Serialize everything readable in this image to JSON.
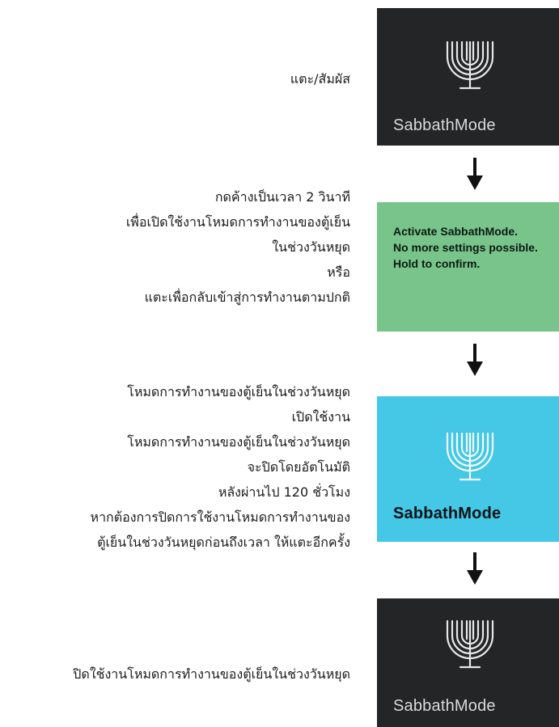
{
  "steps": [
    {
      "lines": [
        "แตะ/สัมผัส"
      ]
    },
    {
      "lines": [
        "กดค้างเป็นเวลา 2 วินาที",
        "เพื่อเปิดใช้งานโหมดการทำงานของตู้เย็น",
        "ในช่วงวันหยุด",
        "หรือ",
        "แตะเพื่อกลับเข้าสู่การทำงานตามปกติ"
      ]
    },
    {
      "lines": [
        "โหมดการทำงานของตู้เย็นในช่วงวันหยุด",
        "เปิดใช้งาน",
        "โหมดการทำงานของตู้เย็นในช่วงวันหยุด",
        "จะปิดโดยอัตโนมัติ",
        "หลังผ่านไป 120 ชั่วโมง",
        "หากต้องการปิดการใช้งานโหมดการทำงานของ",
        "ตู้เย็นในช่วงวันหยุดก่อนถึงเวลา ให้แตะอีกครั้ง"
      ]
    },
    {
      "lines": [
        "ปิดใช้งานโหมดการทำงานของตู้เย็นในช่วงวันหยุด"
      ]
    }
  ],
  "screens": [
    {
      "label": "SabbathMode",
      "icon": "menorah-icon",
      "bg": "#242526"
    },
    {
      "message": [
        "Activate SabbathMode.",
        "No more settings possible.",
        "Hold to confirm."
      ],
      "bg": "#78c48a"
    },
    {
      "label": "SabbathMode",
      "icon": "menorah-icon",
      "bg": "#44c8e6"
    },
    {
      "label": "SabbathMode",
      "icon": "menorah-icon",
      "bg": "#242526"
    }
  ],
  "colors": {
    "dark_screen": "#242526",
    "confirm_screen": "#78c48a",
    "active_screen": "#44c8e6",
    "arrow": "#111111"
  }
}
